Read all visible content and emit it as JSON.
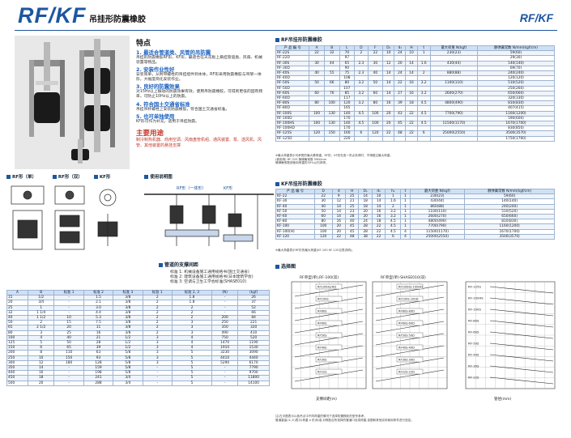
{
  "header": {
    "logo": "RF/KF",
    "subtitle": "吊挂形防震橡胶",
    "right_logo": "RF/KF"
  },
  "features": {
    "heading": "特点",
    "items": [
      {
        "title": "1. 最适合管道类、风管的吊防震",
        "desc": "吊挂形防震橡胶RF形、KF形，最适合在天花板上悬挂管道类、风扇、机械装置等物品。"
      },
      {
        "title": "2. 安装作业性好",
        "desc": "安装简单，从附带螺栓的吊挂组件到本体，RF形采用防震橡胶与吊架一体形，大幅度简化安装作业。"
      },
      {
        "title": "3. 良好的防震效果",
        "desc": "对15Hz以上振动的防震效果有效，使用吊防震橡胶，可得到更低的固有频率，可防止10Hz以上的防震。"
      },
      {
        "title": "4. 符合国土交通省标准",
        "desc": "吊挂吊杆螺栓上安装防震橡胶，符合国土交通省标准。"
      },
      {
        "title": "5. 也可单独使用",
        "desc": "KF形可作为补充，适用于吊挂防震。"
      }
    ],
    "uses_heading": "主要用途",
    "uses_text": "制冷制热机器、商用空调、风扇盘管机组、通风装置、泵、送风机、风管、其他装置的悬挂支撑"
  },
  "rf_section": {
    "title": "RF吊挂形防震橡胶",
    "headers": [
      "产 品 编 号",
      "A",
      "B",
      "L",
      "D",
      "F",
      "D₁",
      "d₁",
      "H",
      "t",
      "最大荷重 N(kgf)",
      "静弹簧常数 N/mm(kgf/cm)"
    ],
    "rows": [
      [
        "RF-22S",
        "22",
        "32",
        "70",
        "2",
        "22",
        "10",
        "24",
        "10",
        "1",
        "230(23)",
        "59(60)"
      ],
      [
        "RF-22D",
        "",
        "",
        "97",
        "",
        "",
        "",
        "",
        "",
        "",
        "",
        "29(30)"
      ],
      [
        "RF-30S",
        "30",
        "44",
        "65",
        "2.3",
        "30",
        "12",
        "20",
        "14",
        "1.6",
        "430(44)",
        "140(140)"
      ],
      [
        "RF-30D",
        "",
        "",
        "90",
        "",
        "",
        "",
        "",
        "",
        "",
        "",
        "69(70)"
      ],
      [
        "RF-40S",
        "40",
        "55",
        "75",
        "2.3",
        "40",
        "14",
        "24",
        "14",
        "2",
        "880(88)",
        "240(240)"
      ],
      [
        "RF-40D",
        "",
        "",
        "108",
        "",
        "",
        "",
        "",
        "",
        "",
        "",
        "120(120)"
      ],
      [
        "RF-50S",
        "50",
        "66",
        "80",
        "3.2",
        "50",
        "14",
        "22",
        "16",
        "3.2",
        "1100(110)",
        "510(520)"
      ],
      [
        "RF-50D",
        "",
        "",
        "107",
        "",
        "",
        "",
        "",
        "",
        "",
        "",
        "250(260)"
      ],
      [
        "RF-60S",
        "60",
        "76",
        "85",
        "3.2",
        "60",
        "14",
        "27",
        "16",
        "3.2",
        "2600(270)",
        "650(660)"
      ],
      [
        "RF-60D",
        "",
        "",
        "117",
        "",
        "",
        "",
        "",
        "",
        "",
        "",
        "320(330)"
      ],
      [
        "RF-80S",
        "80",
        "100",
        "120",
        "3.2",
        "80",
        "16",
        "39",
        "18",
        "4.5",
        "4800(490)",
        "810(830)"
      ],
      [
        "RF-80D",
        "",
        "",
        "165",
        "",
        "",
        "",
        "",
        "",
        "",
        "",
        "407(415)"
      ],
      [
        "RF-100S",
        "100",
        "130",
        "140",
        "4.5",
        "100",
        "20",
        "43",
        "22",
        "4.5",
        "7700(790)",
        "1160(1200)"
      ],
      [
        "RF-100D",
        "",
        "",
        "170",
        "",
        "",
        "",
        "",
        "",
        "",
        "",
        "590(600)"
      ],
      [
        "RF-100HS",
        "100",
        "130",
        "140",
        "4.5",
        "100",
        "20",
        "45",
        "22",
        "4.5",
        "11500(1170)",
        "1670(1700)"
      ],
      [
        "RF-100HD",
        "",
        "",
        "170",
        "",
        "",
        "",
        "",
        "",
        "",
        "",
        "830(850)"
      ],
      [
        "RF-125S",
        "120",
        "150",
        "160",
        "6",
        "120",
        "22",
        "48",
        "22",
        "6",
        "25000(2550)",
        "3500(3570)"
      ],
      [
        "RF-125D",
        "",
        "",
        "220",
        "",
        "",
        "",
        "",
        "",
        "",
        "",
        "1750(1760)"
      ]
    ],
    "notes": [
      "※最大荷重表示可承受的最大静荷重。RF形、KF形在各一吊点负荷时，不得超过最大荷重。",
      "(使用例) RF-22S 静弹簧常数 59N/mm",
      "静弹簧常数按使用荷重的30%以内求得。"
    ]
  },
  "views": {
    "rf_single": "RF形（单）",
    "rf_double": "RF形（双）",
    "kf": "KF形",
    "usage": "使用说明图",
    "usage_rf": "RF形（一体形）",
    "usage_kf": "KF形"
  },
  "kf_section": {
    "title": "KF吊挂形防震橡胶",
    "headers": [
      "产 品 编 号",
      "D",
      "d",
      "H",
      "D₁",
      "d₁",
      "h₁",
      "t",
      "最大荷重 N(kgf)",
      "静弹簧常数 N/mm(kgf/cm)"
    ],
    "rows": [
      [
        "KF-22",
        "22",
        "9",
        "25",
        "14",
        "10",
        "1",
        "1",
        "230(23)",
        "59(60)"
      ],
      [
        "KF-30",
        "30",
        "12",
        "21",
        "18",
        "14",
        "1.6",
        "1",
        "430(44)",
        "140(140)"
      ],
      [
        "KF-40",
        "40",
        "14",
        "25",
        "18",
        "14",
        "2",
        "1",
        "860(88)",
        "240(240)"
      ],
      [
        "KF-50",
        "50",
        "14",
        "23",
        "20",
        "16",
        "3.2",
        "1",
        "1100(110)",
        "510(520)"
      ],
      [
        "KF-60",
        "60",
        "14",
        "28",
        "20",
        "16",
        "3.2",
        "1",
        "2600(270)",
        "650(660)"
      ],
      [
        "KF-80",
        "80",
        "16",
        "40",
        "24",
        "18",
        "4.5",
        "1",
        "4800(490)",
        "810(830)"
      ],
      [
        "KF-100",
        "100",
        "20",
        "45",
        "28",
        "22",
        "4.5",
        "1",
        "7700(790)",
        "1160(1200)"
      ],
      [
        "KF-100(H)",
        "100",
        "20",
        "45",
        "28",
        "22",
        "4.5",
        "4",
        "11500(1170)",
        "1670(1700)"
      ],
      [
        "KF-120",
        "120",
        "22",
        "48",
        "38",
        "22",
        "6",
        "4",
        "25000(2550)",
        "3500(3570)"
      ]
    ],
    "note": "※最大荷重表示RF形的最大荷重(KF-100 KF-120见表说明)。"
  },
  "pipe_section": {
    "title": "管道的支撑间距",
    "standards": [
      "标准 1: 机械设备施工通用规格书(国土交通省)",
      "标准 2: 建筑设备施工通用规格书(日本建筑学会)",
      "标准 3: 空调与卫生工学会标准(SHASE010)"
    ],
    "headers": [
      "A",
      "B",
      "标准 1",
      "标准 2",
      "标准 3",
      "标准 1",
      "标准 2, 3",
      "(N)",
      "(kgf)"
    ],
    "rows": [
      [
        "15",
        "1/2",
        "-",
        "1.5",
        "3/8",
        "2",
        "1.8",
        "-",
        "26"
      ],
      [
        "20",
        "3/4",
        "-",
        "2.1",
        "3/8",
        "2",
        "1.8",
        "-",
        "37"
      ],
      [
        "25",
        "1",
        "-",
        "3.0",
        "3/8",
        "2",
        "2",
        "-",
        "52"
      ],
      [
        "32",
        "1 1/4",
        "-",
        "4.4",
        "3/8",
        "2",
        "2",
        "-",
        "66"
      ],
      [
        "40",
        "1 1/2",
        "10",
        "5.3",
        "3/8",
        "2",
        "2",
        "200",
        "84"
      ],
      [
        "50",
        "2",
        "15",
        "7.5",
        "3/8",
        "2",
        "3",
        "250",
        "221"
      ],
      [
        "65",
        "2 1/2",
        "20",
        "11",
        "3/8",
        "2",
        "3",
        "350",
        "320"
      ],
      [
        "80",
        "3",
        "25",
        "16",
        "3/8",
        "2",
        "3",
        "490",
        "410"
      ],
      [
        "100",
        "4",
        "40",
        "21",
        "1/2",
        "3",
        "4",
        "750",
        "520"
      ],
      [
        "125",
        "5",
        "50",
        "28",
        "1/2",
        "3",
        "4",
        "1470",
        "1190"
      ],
      [
        "150",
        "6",
        "65",
        "39",
        "1/2",
        "3",
        "4",
        "1910",
        "1530"
      ],
      [
        "200",
        "8",
        "110",
        "63",
        "5/8",
        "3",
        "5",
        "3230",
        "3090"
      ],
      [
        "250",
        "10",
        "150",
        "93",
        "5/8",
        "3",
        "5",
        "4410",
        "4440"
      ],
      [
        "300",
        "12",
        "180",
        "128",
        "5/8",
        "3",
        "5",
        "5290",
        "6170"
      ],
      [
        "350",
        "14",
        "-",
        "159",
        "5/8",
        "-",
        "5",
        "-",
        "7790"
      ],
      [
        "400",
        "16",
        "-",
        "198",
        "5/8",
        "-",
        "5",
        "-",
        "9700"
      ],
      [
        "450",
        "18",
        "-",
        "241",
        "3/4",
        "-",
        "5",
        "-",
        "11800"
      ],
      [
        "500",
        "20",
        "-",
        "288",
        "3/4",
        "-",
        "5",
        "-",
        "14100"
      ]
    ]
  },
  "chart_section": {
    "title": "选择图",
    "left_title": "RF单型(单),RF-100(双)",
    "right_title": "RF单型(单)·SHASE010(双)",
    "left_series": [
      "RF100HS/HD",
      "RF100S",
      "RF80S",
      "RF60S",
      "RF50S",
      "RF40S",
      "RF30S",
      "RF22S"
    ],
    "right_series": [
      "RF100HS·100HD",
      "RF100S·100D",
      "RF80S·80D",
      "RF60S·60D",
      "RF50S·50D",
      "RF40S·40D",
      "RF30S·30D",
      "RF22S·22D"
    ],
    "side_labels": [
      "RF-125S",
      "RF-100HS",
      "RF-100S",
      "RF-80S",
      "RF-60S",
      "RF-50S",
      "RF-40S",
      "RF-30S",
      "RF-22S"
    ],
    "xlabel": "支撑间距(m)",
    "xlabel_right": "管径(mm)",
    "notes": [
      "注)左半图表示以各吊点中不同荷重的情况下选择防震橡胶的型号参考。",
      "管道重量(①,②)表示(荷重 a 形)标准,对照各自所选择的管道口径或荷重,该图和其他实际使用条件进行选定。"
    ]
  }
}
